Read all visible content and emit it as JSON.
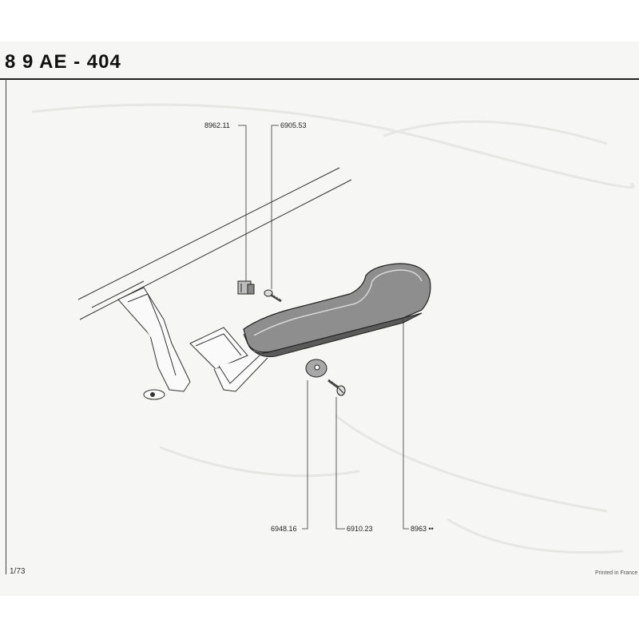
{
  "header": {
    "title": "8 9 AE - 404"
  },
  "parts": [
    {
      "ref": "8962.11",
      "item": "clip"
    },
    {
      "ref": "6905.53",
      "item": "screw"
    },
    {
      "ref": "6948.16",
      "item": "washer"
    },
    {
      "ref": "6910.23",
      "item": "screw"
    },
    {
      "ref": "8963 ••",
      "item": "grab-handle"
    }
  ],
  "footer": {
    "page": "1/73",
    "printed": "Printed in France"
  }
}
